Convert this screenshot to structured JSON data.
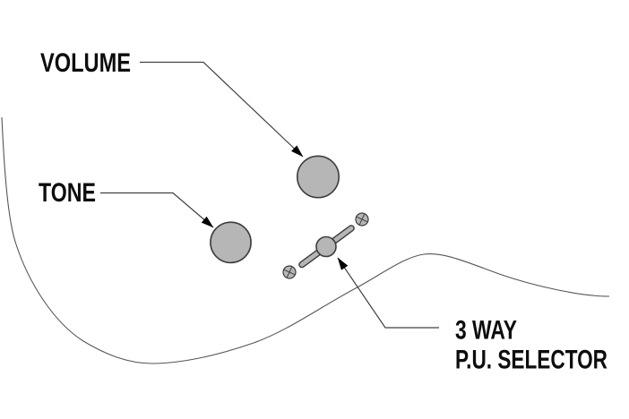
{
  "labels": {
    "volume": "VOLUME",
    "tone": "TONE",
    "selector_line1": "3 WAY",
    "selector_line2": "P.U. SELECTOR"
  },
  "colors": {
    "bg": "#ffffff",
    "text": "#0d0d0d",
    "leader": "#404040",
    "curve": "#555555",
    "knob-fill": "#b6b6b6",
    "knob-stroke": "#3c3c3c",
    "arrow": "#000000"
  }
}
